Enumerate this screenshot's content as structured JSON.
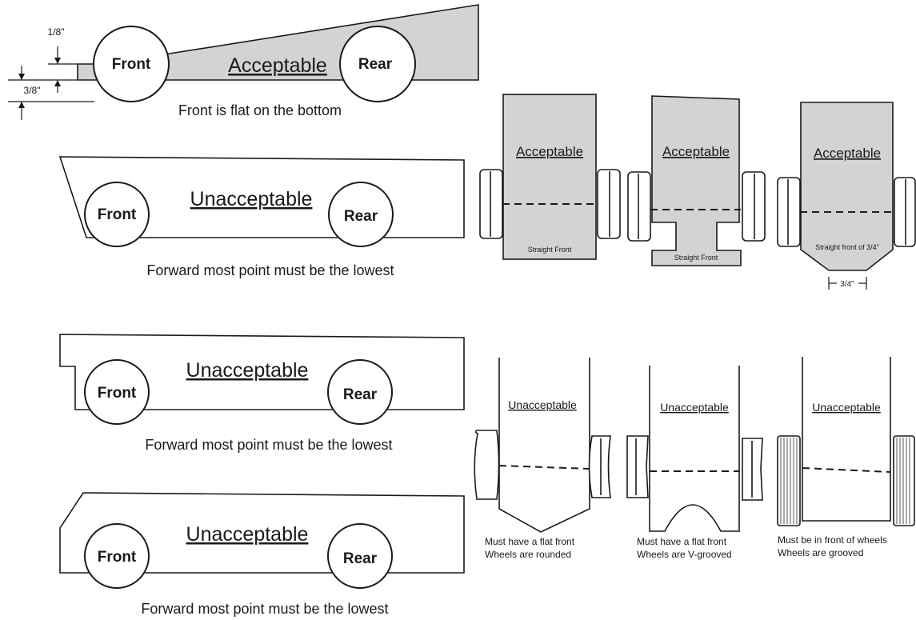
{
  "labels": {
    "front": "Front",
    "rear": "Rear",
    "acceptable": "Acceptable",
    "unacceptable": "Unacceptable"
  },
  "side_views": {
    "dim_top": "1/8\"",
    "dim_bottom": "3/8\"",
    "acceptable_caption": "Front is flat on the bottom",
    "unacceptable_caption": "Forward most point must be the lowest"
  },
  "top_views": {
    "acceptable_1_note": "Straight Front",
    "acceptable_2_note": "Straight Front",
    "acceptable_3_note": "Straight front of 3/4\"",
    "acceptable_3_dim": "3/4\"",
    "unacceptable_1_caption": [
      "Must have a flat front",
      "Wheels are rounded"
    ],
    "unacceptable_2_caption": [
      "Must have a flat front",
      "Wheels are V-grooved"
    ],
    "unacceptable_3_caption": [
      "Must be in front of wheels",
      "Wheels are grooved"
    ]
  },
  "colors": {
    "acceptable_fill": "#d3d3d3",
    "ink": "#1a1a1a",
    "background": "#ffffff"
  }
}
